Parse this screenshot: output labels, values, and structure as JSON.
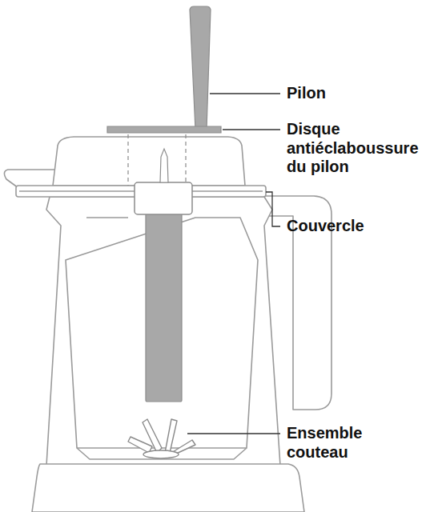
{
  "diagram": {
    "labels": [
      "Pilon",
      "Disque antiéclaboussure du pilon",
      "Couvercle",
      "Ensemble couteau"
    ]
  }
}
